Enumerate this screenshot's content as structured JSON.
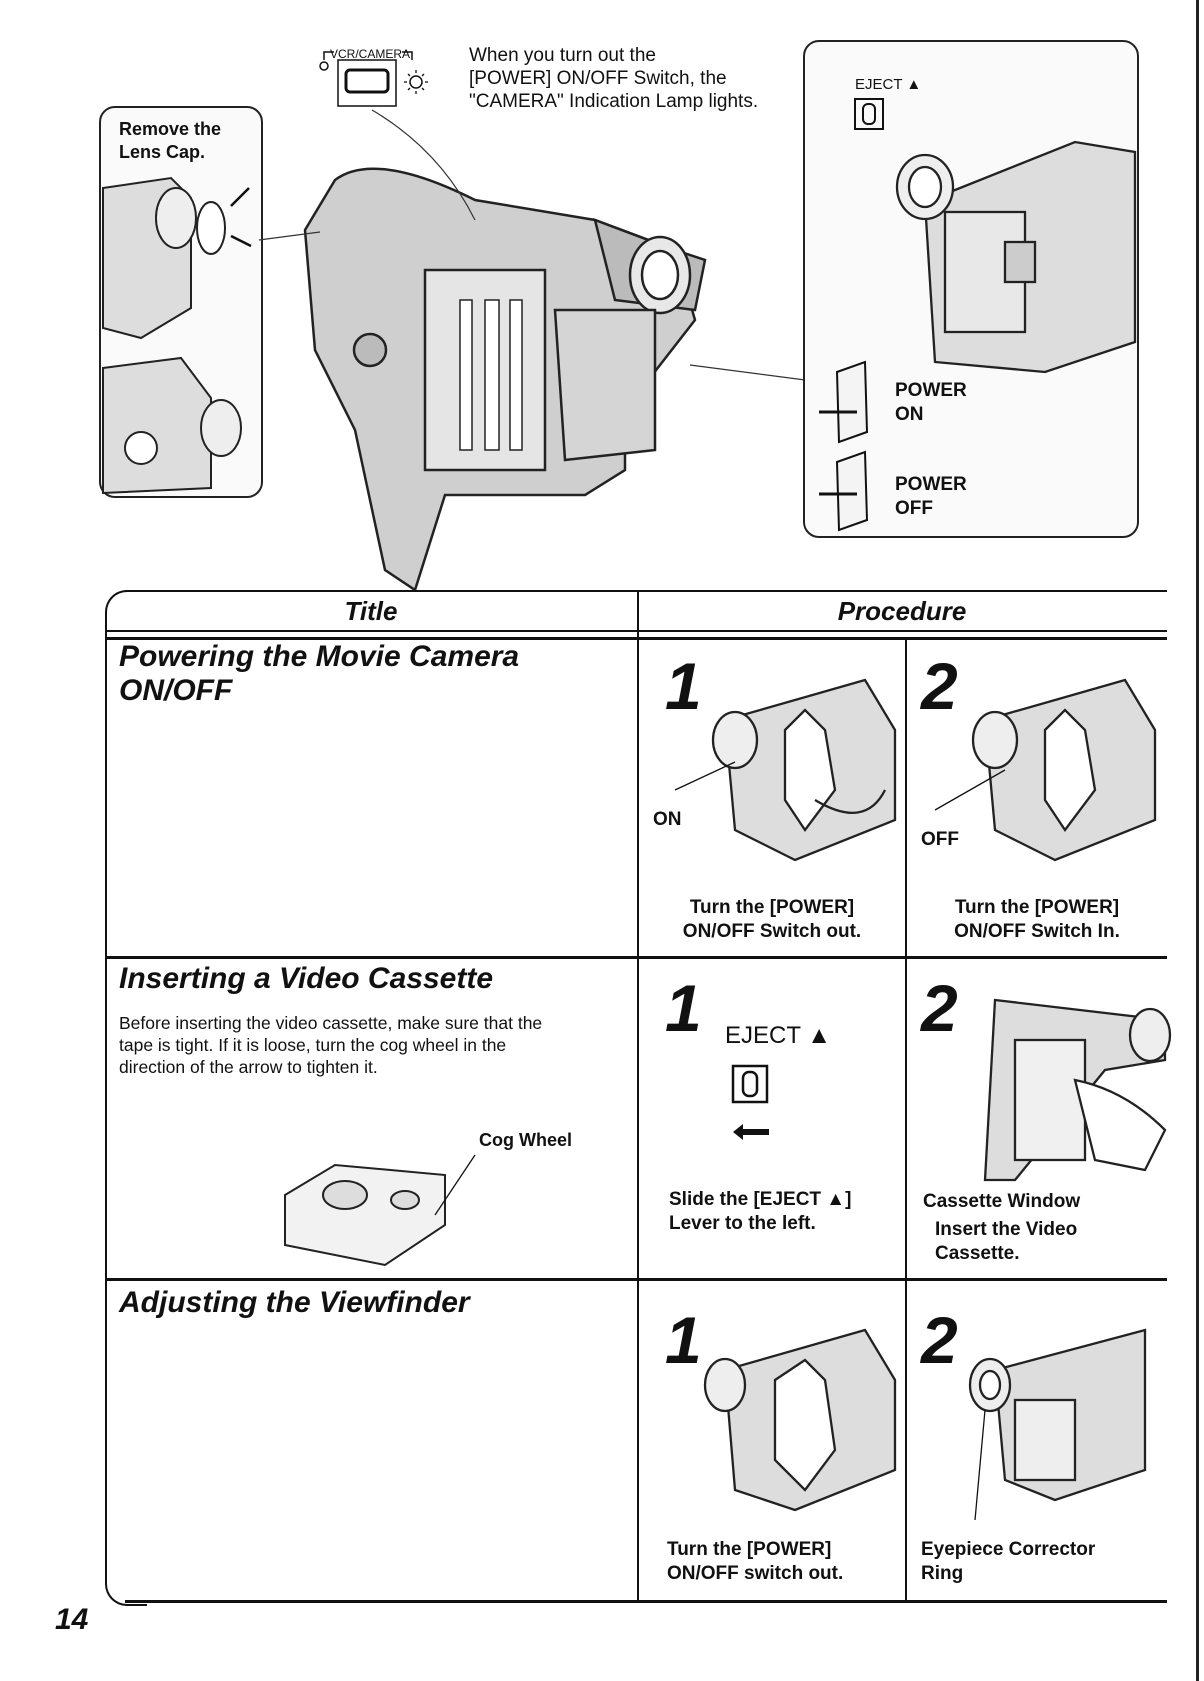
{
  "top": {
    "vcr_camera_label": "VCR/CAMERA",
    "lamp_note": "When you turn out the\n[POWER] ON/OFF Switch, the\n\"CAMERA\" Indication Lamp lights.",
    "lens_cap_note": "Remove the\nLens Cap.",
    "eject_label": "EJECT ▲",
    "power_on": "POWER\nON",
    "power_off": "POWER\nOFF"
  },
  "table": {
    "col_title": "Title",
    "col_procedure": "Procedure",
    "rows": [
      {
        "title": "Powering the Movie Camera\nON/OFF",
        "desc": "",
        "step1": {
          "num": "1",
          "label": "ON",
          "caption": "Turn the [POWER]\nON/OFF Switch out."
        },
        "step2": {
          "num": "2",
          "label": "OFF",
          "caption": "Turn the [POWER]\nON/OFF Switch In."
        }
      },
      {
        "title": "Inserting a Video Cassette",
        "desc": "Before inserting the video cassette, make sure that the\ntape is tight. If it is loose, turn the cog wheel in the\ndirection of the arrow to tighten it.",
        "cog_label": "Cog Wheel",
        "step1": {
          "num": "1",
          "label": "EJECT ▲",
          "caption": "Slide the [EJECT ▲]\nLever to the left."
        },
        "step2": {
          "num": "2",
          "label": "Cassette Window",
          "caption": "Insert the Video\nCassette."
        }
      },
      {
        "title": "Adjusting the Viewfinder",
        "desc": "",
        "step1": {
          "num": "1",
          "label": "",
          "caption": "Turn the [POWER]\nON/OFF switch out."
        },
        "step2": {
          "num": "2",
          "label": "",
          "caption": "Eyepiece Corrector\nRing"
        }
      }
    ]
  },
  "page_number": "14"
}
